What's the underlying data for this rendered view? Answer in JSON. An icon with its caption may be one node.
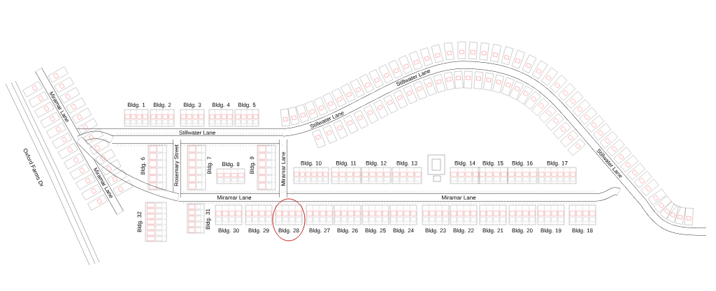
{
  "diagram": {
    "labels": [
      "Bldg. 1",
      "Bldg. 2",
      "Bldg. 3",
      "Bldg. 4",
      "Bldg. 5",
      "Stillwater Lane",
      "Stillwater Lane",
      "Stillwater Lane",
      "Miramar Lane",
      "Oxford Farms Dr",
      "Bldg. 6",
      "Rosemary Street",
      "Bldg. 7",
      "Bldg. 8",
      "Bldg. 9",
      "Miramar Lane",
      "Bldg. 10",
      "Bldg. 11",
      "Bldg. 12",
      "Bldg. 13",
      "Bldg. 14",
      "Bldg. 15",
      "Bldg. 16",
      "Bldg. 17",
      "Stillwater Lane",
      "Miramar Lane",
      "Miramar Lane",
      "Miramar Lane",
      "Bldg. 32",
      "Bldg. 31",
      "Bldg. 30",
      "Bldg. 29",
      "Bldg. 28",
      "Bldg. 27",
      "Bldg. 26",
      "Bldg. 25",
      "Bldg. 24",
      "Bldg. 23",
      "Bldg. 22",
      "Bldg. 21",
      "Bldg. 20",
      "Bldg. 19",
      "Bldg. 18"
    ]
  }
}
